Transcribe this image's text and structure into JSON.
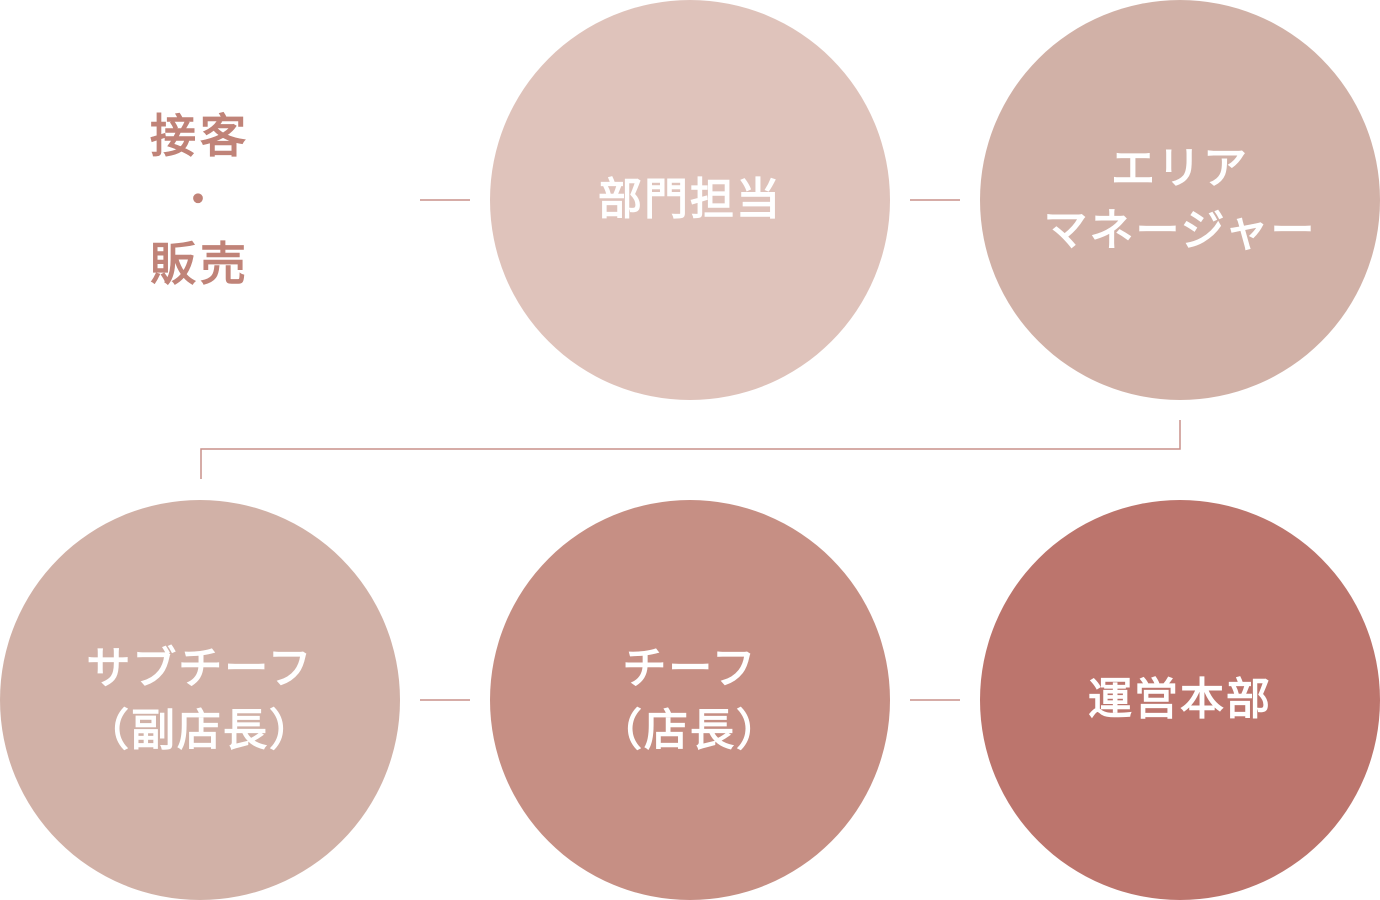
{
  "colors": {
    "line": "#c9908a",
    "start_text": "#c08378",
    "step1": "#dfc3bb",
    "step2": "#d1b1a7",
    "step3": "#d1b1a7",
    "step4": "#c68f84",
    "step5": "#bc756d"
  },
  "steps": [
    {
      "id": "start",
      "lines": [
        "接客",
        "・",
        "販売"
      ]
    },
    {
      "id": "step1",
      "lines": [
        "部門担当"
      ]
    },
    {
      "id": "step2",
      "lines": [
        "エリア",
        "マネージャー"
      ]
    },
    {
      "id": "step3",
      "lines": [
        "サブチーフ",
        "（副店長）"
      ]
    },
    {
      "id": "step4",
      "lines": [
        "チーフ",
        "（店長）"
      ]
    },
    {
      "id": "step5",
      "lines": [
        "運営本部"
      ]
    }
  ]
}
